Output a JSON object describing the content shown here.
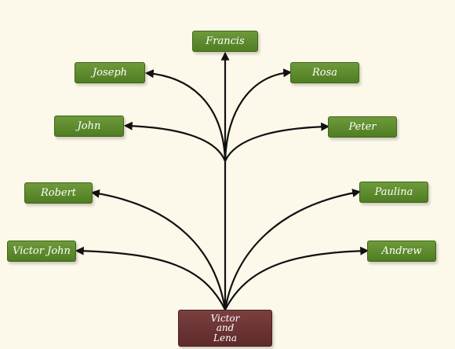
{
  "root": {
    "line1": "Victor",
    "line2": "and",
    "line3": "Lena"
  },
  "children": {
    "francis": "Francis",
    "joseph": "Joseph",
    "rosa": "Rosa",
    "john": "John",
    "peter": "Peter",
    "robert": "Robert",
    "paulina": "Paulina",
    "victor_john": "Victor John",
    "andrew": "Andrew"
  },
  "colors": {
    "child_box": "#5a8a2c",
    "root_box": "#6b3535",
    "connector": "#111111",
    "background": "#fcf8ea"
  }
}
